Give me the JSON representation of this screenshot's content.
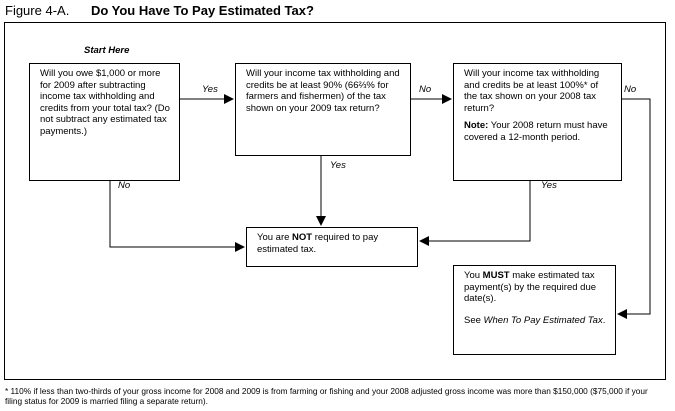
{
  "figure": {
    "label": "Figure 4-A.",
    "title": "Do You Have To Pay Estimated Tax?"
  },
  "start_label": "Start Here",
  "boxes": {
    "q1": {
      "text": "Will you owe $1,000 or more for 2009 after subtracting income tax withholding and credits from your total tax? (Do not subtract any estimated tax payments.)"
    },
    "q2": {
      "text_pre": "Will your income tax withholding and credits be at least 90% (66",
      "fraction": "⅔",
      "text_post": "% for farmers and fishermen) of the tax shown on your 2009 tax return?"
    },
    "q3": {
      "text": "Will your income tax withholding and credits be at least 100%* of the tax shown on your 2008 tax return?",
      "note_label": "Note:",
      "note_text": " Your 2008 return must have covered a 12-month period."
    },
    "not_required": {
      "pre": "You are ",
      "emph": "NOT",
      "post": " required to pay estimated tax."
    },
    "must_pay": {
      "pre": "You ",
      "emph": "MUST",
      "post": " make estimated tax payment(s) by the required due date(s).",
      "see_pre": "See ",
      "see_ref": "When To Pay Estimated Tax",
      "see_post": "."
    }
  },
  "edge_labels": {
    "q1_yes": "Yes",
    "q1_no": "No",
    "q2_no": "No",
    "q2_yes": "Yes",
    "q3_no": "No",
    "q3_yes": "Yes"
  },
  "footnote": "* 110% if less than two-thirds of your gross income for 2008 and 2009 is from farming or fishing and your 2008 adjusted gross income was more than $150,000 ($75,000 if your filing status for 2009 is married filing a separate return)."
}
